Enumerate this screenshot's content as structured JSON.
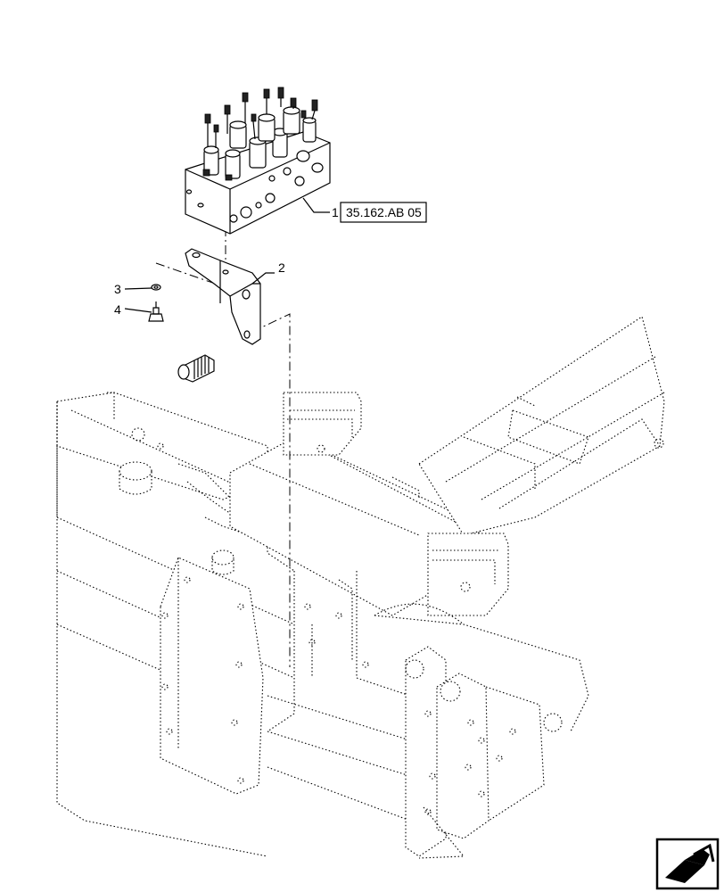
{
  "callouts": [
    {
      "number": "1"
    },
    {
      "number": "2"
    },
    {
      "number": "3"
    },
    {
      "number": "4"
    }
  ],
  "reference": {
    "label": "35.162.AB 05"
  },
  "nav_icon": "next-page-arrow-icon"
}
